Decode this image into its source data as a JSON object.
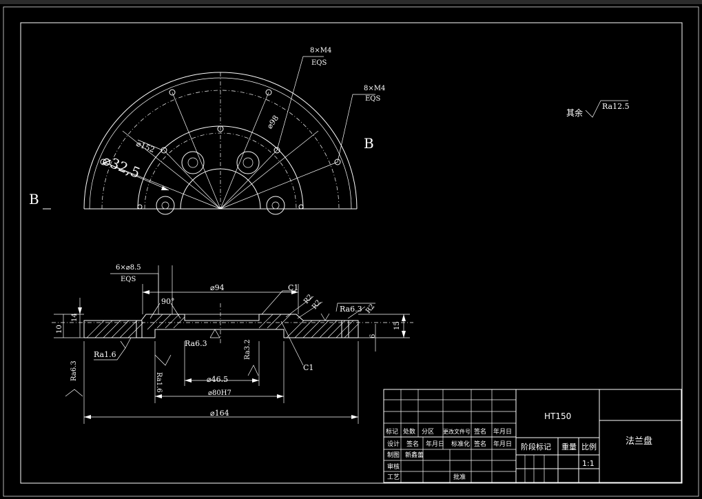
{
  "view_labels": {
    "b_right": "B",
    "b_left": "B"
  },
  "top_view": {
    "callout_holes_upper": {
      "spec": "8×M4",
      "note": "EQS"
    },
    "callout_holes_right": {
      "spec": "8×M4",
      "note": "EQS"
    },
    "dia_98": "⌀98",
    "dia_152": "⌀152",
    "dia_32_5": "⌀32,5"
  },
  "roughness_note": {
    "prefix": "其余",
    "value": "Ra12.5"
  },
  "section_view": {
    "hole_callout": {
      "spec": "6×⌀8.5",
      "note": "EQS"
    },
    "angle_90": "90°",
    "dia_94": "⌀94",
    "chamfer_c1_top": "C1",
    "chamfer_c1_bottom": "C1",
    "r2_a": "R2",
    "r2_b": "R2",
    "r2_c": "R2",
    "ra_6_3_top": "Ra6.3",
    "ra_1_6": "Ra1.6",
    "ra_6_3_left": "Ra6.3",
    "ra_6_3_face": "Ra6.3",
    "ra_3_2": "Ra3.2",
    "ra_1_6_bore": "Ra1.6",
    "dim_14": "14",
    "dim_10": "10",
    "dim_15": "15",
    "dim_6": "6",
    "dia_46_5": "⌀46.5",
    "dia_80h7": "⌀80H7",
    "dia_164": "⌀164"
  },
  "title_block": {
    "material": "HT150",
    "part_name": "法兰盘",
    "header_row": [
      "标记",
      "处数",
      "分区",
      "更改文件号",
      "签名",
      "年月日"
    ],
    "row_design": [
      "设计",
      "签名",
      "年月日",
      "标准化",
      "签名",
      "年月日"
    ],
    "row_draw": "制图",
    "drafter": "新鑫蕾",
    "row_check": "审核",
    "row_process": "工艺",
    "approve": "批准",
    "stage_mark": "阶段标记",
    "weight": "重量",
    "scale_label": "比例",
    "scale_value": "1:1"
  }
}
